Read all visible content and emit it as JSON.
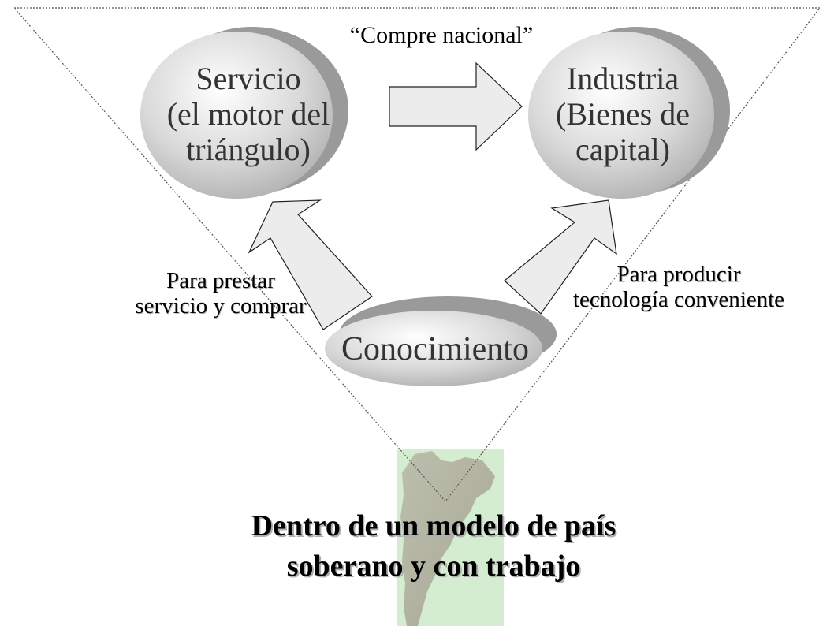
{
  "diagram": {
    "nodes": {
      "servicio": [
        "Servicio",
        "(el motor del",
        "triángulo)"
      ],
      "industria": [
        "Industria",
        "(Bienes de",
        "capital)"
      ],
      "conocimiento": "Conocimiento"
    },
    "arrows": {
      "compre": "“Compre nacional”",
      "prestar": [
        "Para prestar",
        "servicio y comprar"
      ],
      "producir": [
        "Para producir",
        "tecnología conveniente"
      ]
    },
    "footer": [
      "Dentro de un modelo de país",
      "soberano y con trabajo"
    ],
    "colors": {
      "node_fill": "#c8c8c8",
      "node_shadow": "#9a9a9a",
      "arrow_fill": "#ececec",
      "map_fill": "#cbe8c4",
      "triangle_stroke": "#555555"
    }
  }
}
